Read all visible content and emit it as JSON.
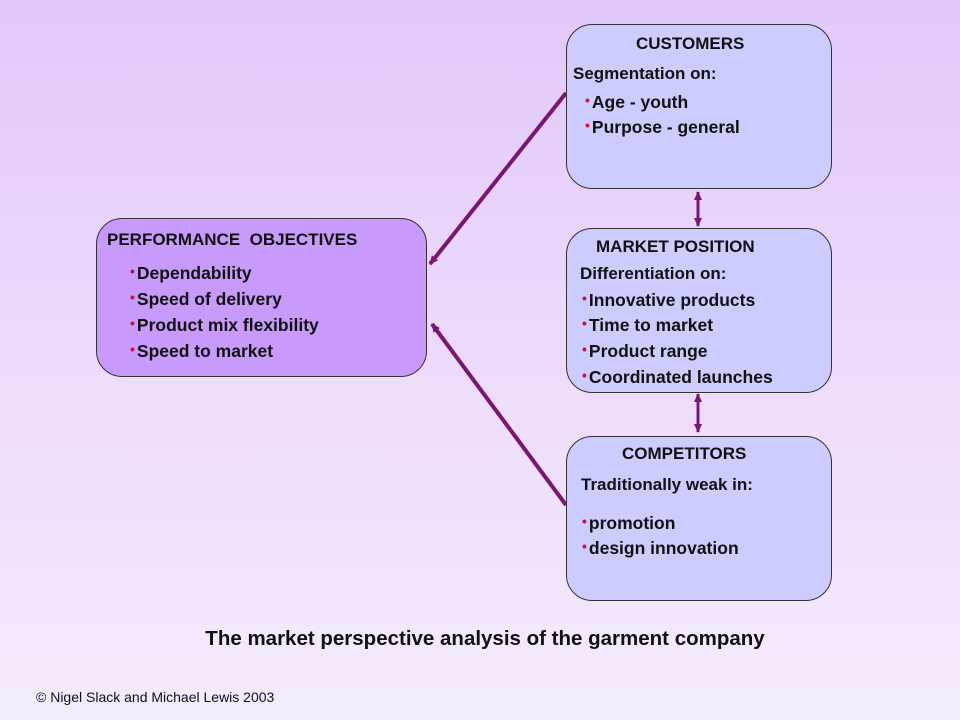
{
  "colors": {
    "arrow": "#7a1672",
    "bullet": "#cc1133",
    "box_fill": "#ccccff",
    "perf_fill": "#c79afb"
  },
  "customers": {
    "title": "CUSTOMERS",
    "subtitle": "Segmentation on:",
    "items": [
      "Age - youth",
      "Purpose - general"
    ]
  },
  "market_position": {
    "title": "MARKET POSITION",
    "subtitle": "Differentiation on:",
    "items": [
      "Innovative products",
      "Time to market",
      "Product range",
      "Coordinated launches"
    ]
  },
  "competitors": {
    "title": "COMPETITORS",
    "subtitle": "Traditionally weak in:",
    "items": [
      "promotion",
      "design innovation"
    ]
  },
  "performance": {
    "title": "PERFORMANCE  OBJECTIVES",
    "items": [
      "Dependability",
      "Speed of delivery",
      "Product mix flexibility",
      "Speed to market"
    ]
  },
  "caption": "The market perspective analysis of the garment company",
  "copyright": "© Nigel Slack and Michael Lewis 2003"
}
